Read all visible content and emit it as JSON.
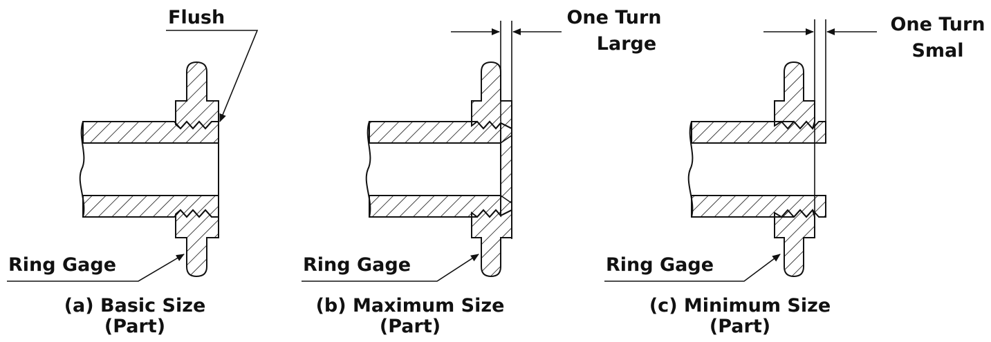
{
  "colors": {
    "ink": "#111111",
    "background": "#ffffff"
  },
  "panels": [
    {
      "id": "a",
      "caption_line1": "(a) Basic Size",
      "caption_line2": "(Part)",
      "callout_line1": "Flush",
      "callout_line2": "",
      "ring_gage_label": "Ring Gage"
    },
    {
      "id": "b",
      "caption_line1": "(b) Maximum Size",
      "caption_line2": "(Part)",
      "callout_line1": "One Turn",
      "callout_line2": "Large",
      "ring_gage_label": "Ring Gage"
    },
    {
      "id": "c",
      "caption_line1": "(c) Minimum Size",
      "caption_line2": "(Part)",
      "callout_line1": "One Turn",
      "callout_line2": "Smal",
      "ring_gage_label": "Ring Gage"
    }
  ]
}
